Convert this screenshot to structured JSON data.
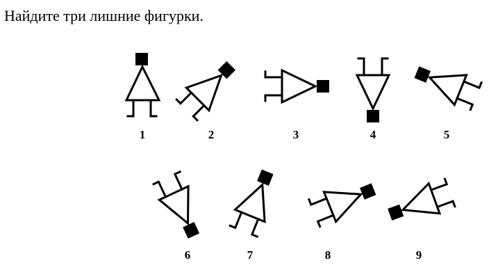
{
  "task": {
    "title": "Найдите три лишние фигурки."
  },
  "figures": [
    {
      "number": "1"
    },
    {
      "number": "2"
    },
    {
      "number": "3"
    },
    {
      "number": "4"
    },
    {
      "number": "5"
    },
    {
      "number": "6"
    },
    {
      "number": "7"
    },
    {
      "number": "8"
    },
    {
      "number": "9"
    }
  ],
  "colors": {
    "ink": "#000000",
    "background": "#ffffff"
  }
}
